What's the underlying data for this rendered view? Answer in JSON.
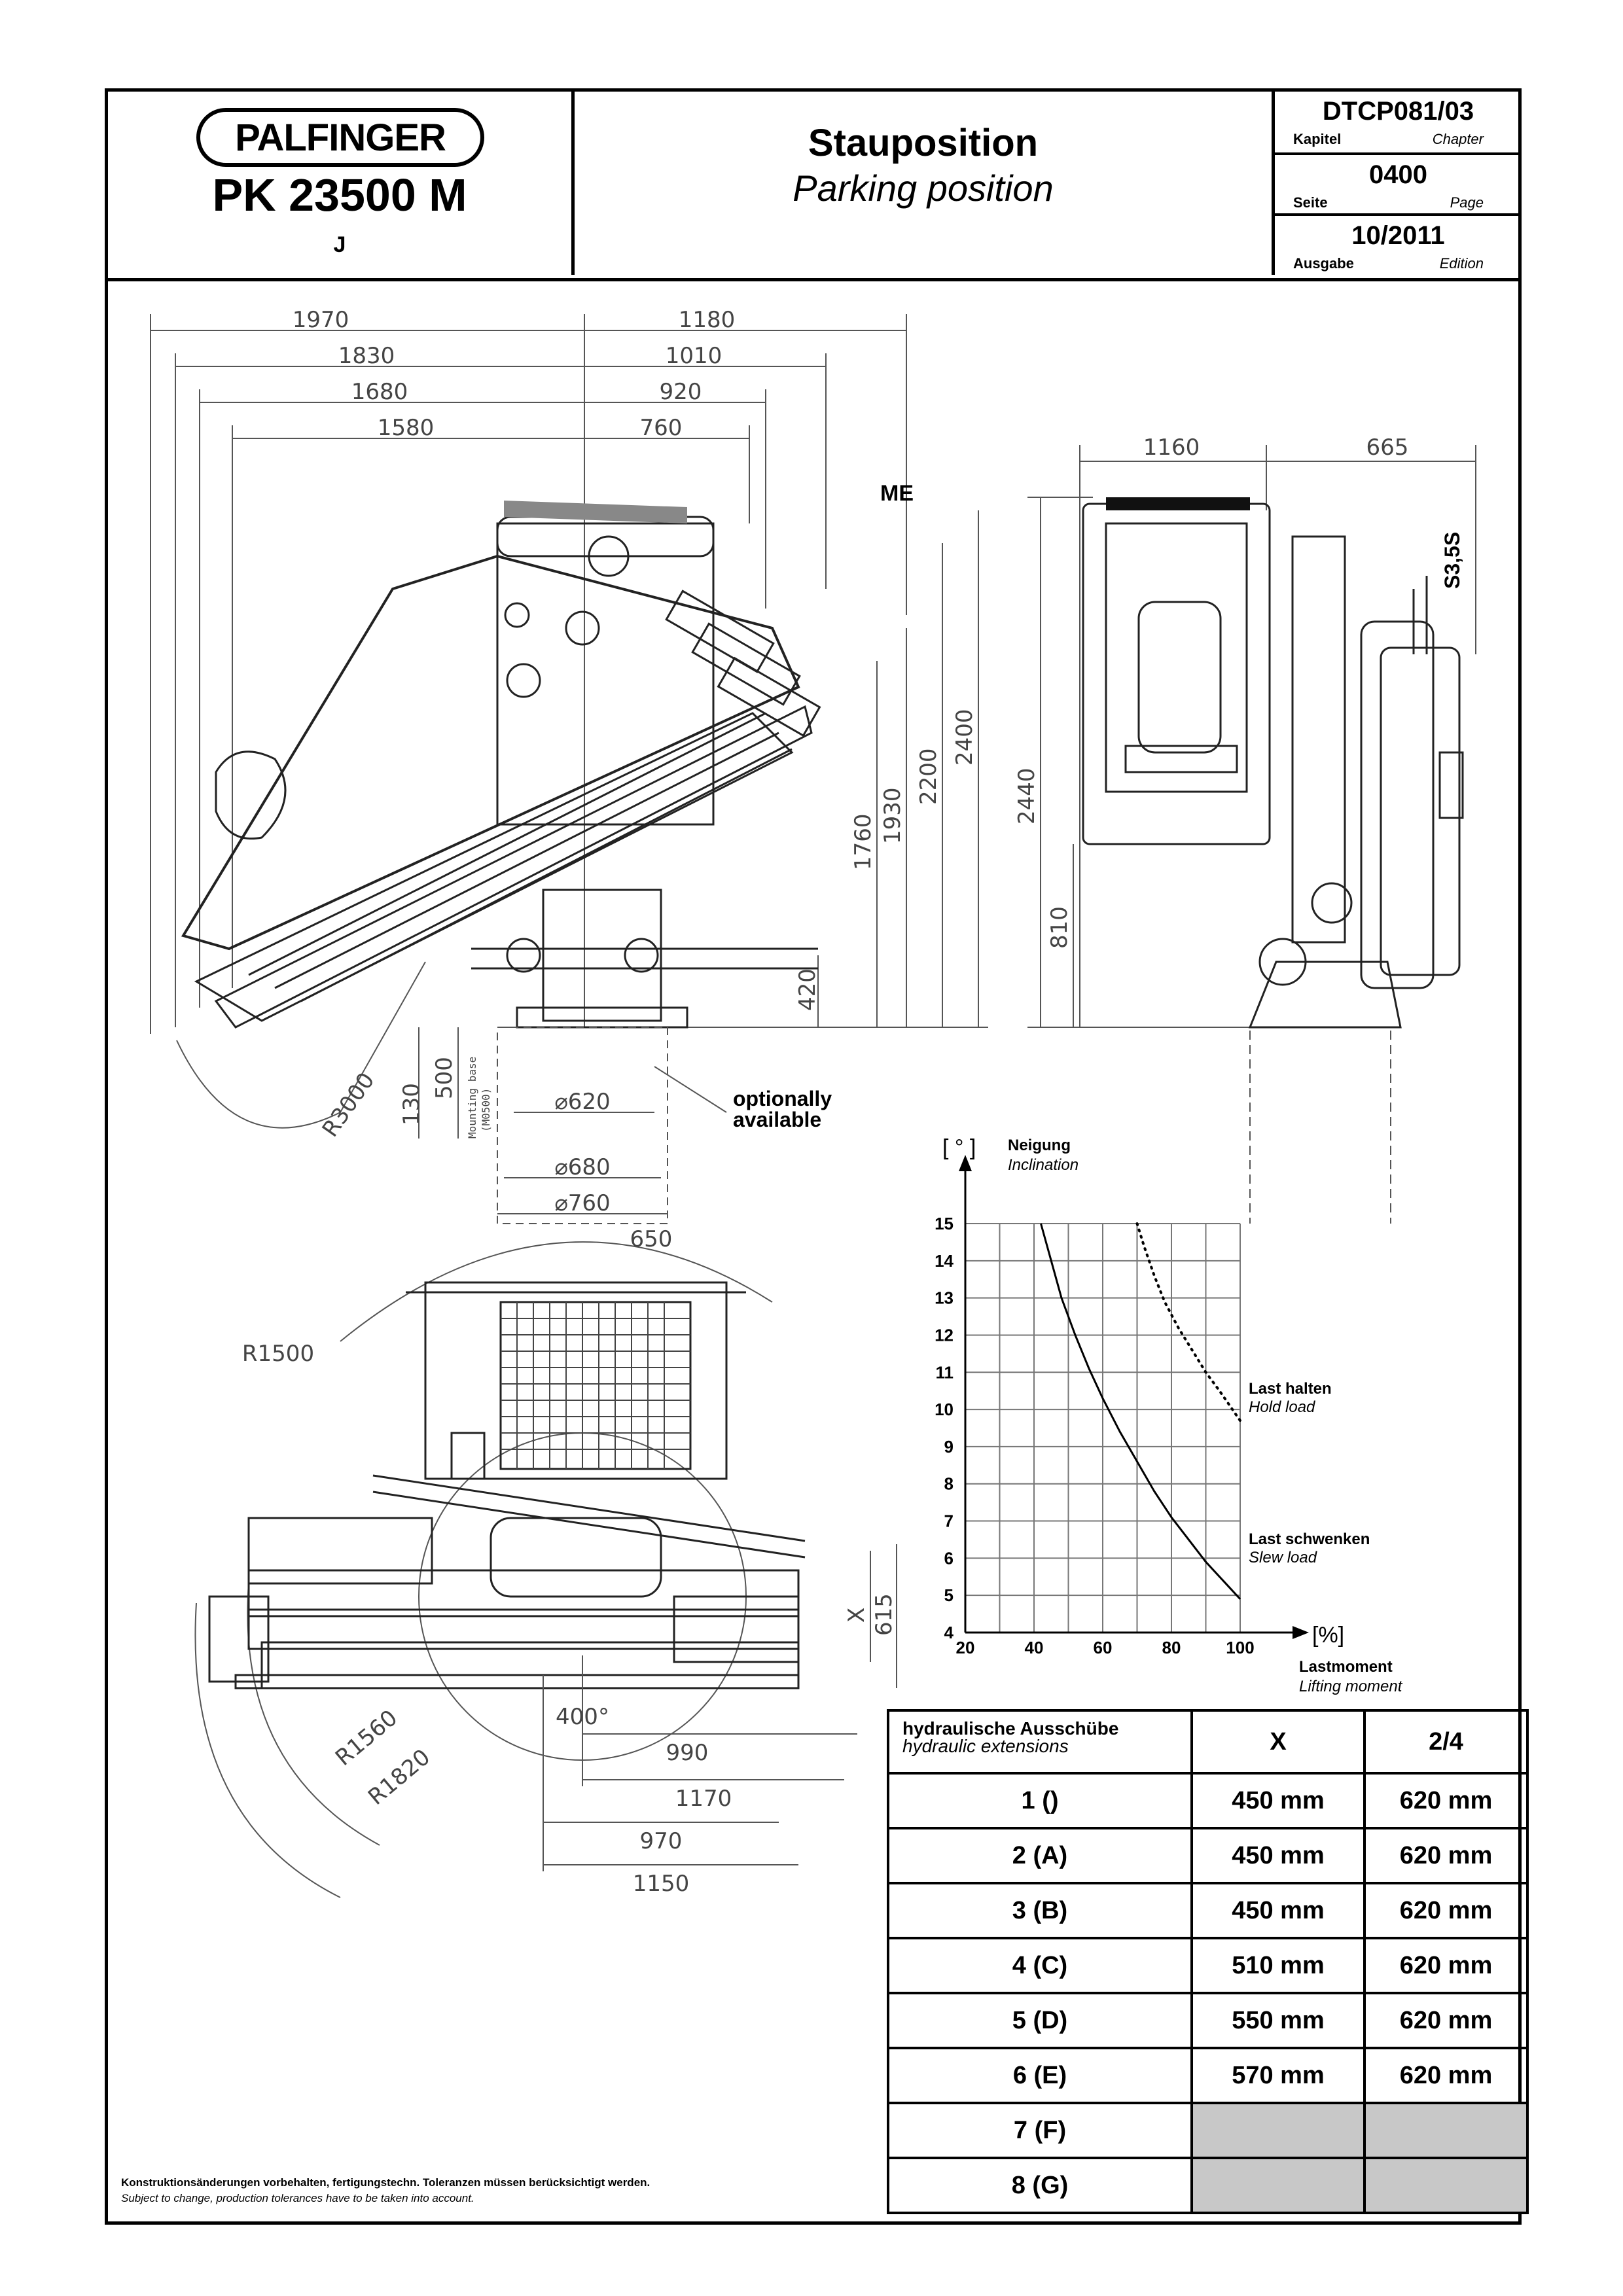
{
  "header": {
    "brand": "PALFINGER",
    "model": "PK 23500 M",
    "variant": "J",
    "title_de": "Stauposition",
    "title_en": "Parking position",
    "refs": [
      {
        "value": "DTCP081/03",
        "label_de": "Kapitel",
        "label_en": "Chapter"
      },
      {
        "value": "0400",
        "label_de": "Seite",
        "label_en": "Page"
      },
      {
        "value": "10/2011",
        "label_de": "Ausgabe",
        "label_en": "Edition"
      }
    ]
  },
  "side_view": {
    "dims_left": [
      "1970",
      "1830",
      "1680",
      "1580"
    ],
    "dims_right": [
      "1180",
      "1010",
      "920",
      "760"
    ],
    "heights": [
      "2400",
      "2200",
      "1930",
      "1760",
      "420"
    ],
    "me_label": "ME",
    "radius": "R3000",
    "below_dims": [
      "130",
      "500"
    ],
    "mounting_base": "Mounting base",
    "mounting_base_code": "(M0500)",
    "base_diameters": [
      "⌀620",
      "⌀680",
      "⌀760"
    ],
    "optional_line1": "optionally",
    "optional_line2": "available"
  },
  "front_view": {
    "dims_top": [
      "1160",
      "665"
    ],
    "heights": [
      "2440",
      "810"
    ],
    "model_code": "S3,5S"
  },
  "top_view": {
    "radius_top": "R1500",
    "dim_650": "650",
    "radii": [
      "R1560",
      "R1820"
    ],
    "angle": "400°",
    "x_label": "X",
    "dim_615": "615",
    "dims_bottom": [
      "990",
      "1170",
      "970",
      "1150"
    ]
  },
  "chart_data": {
    "type": "line",
    "title": "",
    "ylabel": "[ ° ]",
    "ylabel_de": "Neigung",
    "ylabel_en": "Inclination",
    "xlabel": "[%]",
    "xlabel_de": "Lastmoment",
    "xlabel_en": "Lifting moment",
    "xlim": [
      20,
      100
    ],
    "ylim": [
      4,
      15
    ],
    "x_ticks": [
      20,
      40,
      60,
      80,
      100
    ],
    "y_ticks": [
      4,
      5,
      6,
      7,
      8,
      9,
      10,
      11,
      12,
      13,
      14,
      15
    ],
    "grid": true,
    "series": [
      {
        "name_de": "Last halten",
        "name_en": "Hold load",
        "style": "dotted",
        "x": [
          70,
          72,
          75,
          78,
          82,
          86,
          90,
          94,
          100
        ],
        "y": [
          15,
          14.4,
          13.6,
          12.9,
          12.2,
          11.6,
          11.0,
          10.5,
          9.7
        ]
      },
      {
        "name_de": "Last schwenken",
        "name_en": "Slew load",
        "style": "solid",
        "x": [
          42,
          45,
          48,
          52,
          56,
          60,
          65,
          70,
          75,
          80,
          85,
          90,
          95,
          100
        ],
        "y": [
          15,
          14.0,
          13.0,
          12.0,
          11.1,
          10.3,
          9.4,
          8.6,
          7.8,
          7.1,
          6.5,
          5.9,
          5.4,
          4.9
        ]
      }
    ]
  },
  "extensions_table": {
    "header_de": "hydraulische Ausschübe",
    "header_en": "hydraulic extensions",
    "col_x": "X",
    "col_24": "2/4",
    "rows": [
      {
        "name": "1 ()",
        "x": "450 mm",
        "y": "620 mm"
      },
      {
        "name": "2 (A)",
        "x": "450 mm",
        "y": "620 mm"
      },
      {
        "name": "3 (B)",
        "x": "450 mm",
        "y": "620 mm"
      },
      {
        "name": "4 (C)",
        "x": "510 mm",
        "y": "620 mm"
      },
      {
        "name": "5 (D)",
        "x": "550 mm",
        "y": "620 mm"
      },
      {
        "name": "6 (E)",
        "x": "570 mm",
        "y": "620 mm"
      },
      {
        "name": "7 (F)",
        "x": "",
        "y": ""
      },
      {
        "name": "8 (G)",
        "x": "",
        "y": ""
      }
    ]
  },
  "footer": {
    "de": "Konstruktionsänderungen vorbehalten, fertigungstechn. Toleranzen müssen berücksichtigt werden.",
    "en": "Subject to change, production tolerances have to be taken into account."
  }
}
